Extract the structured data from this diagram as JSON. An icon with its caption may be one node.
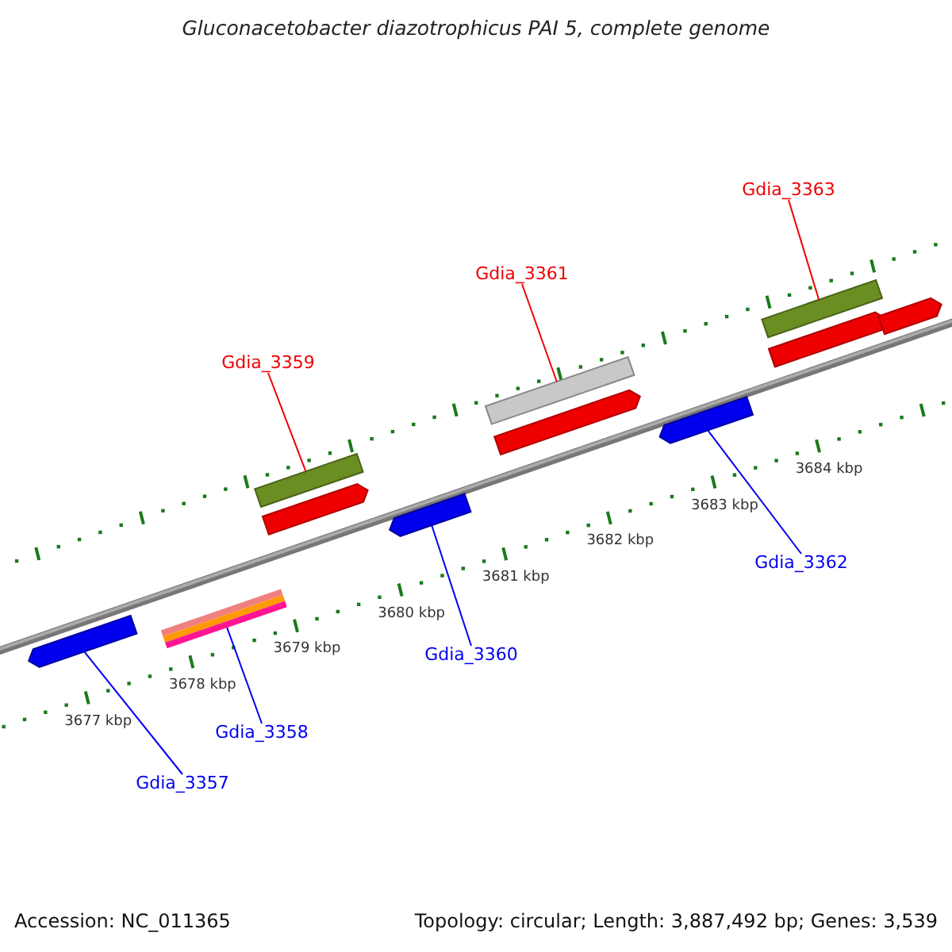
{
  "diagram": {
    "title": "Gluconacetobacter diazotrophicus PAI 5, complete genome",
    "nodes": [
      {
        "text": [
          "Gdia_3363"
        ]
      },
      {
        "text": [
          "Gdia_3361"
        ]
      },
      {
        "text": [
          "Gdia_3359"
        ]
      },
      {
        "text": [
          "Gdia_3362"
        ]
      },
      {
        "text": [
          "Gdia_3360"
        ]
      },
      {
        "text": [
          "Gdia_3358"
        ]
      },
      {
        "text": [
          "Gdia_3357"
        ]
      },
      {
        "text": [],
        "shape": "bar"
      },
      {
        "text": [],
        "shape": "bar"
      },
      {
        "text": [],
        "shape": "bar"
      },
      {
        "text": [],
        "shape": "bar"
      },
      {
        "text": [],
        "shape": "bar"
      },
      {
        "text": [],
        "shape": "bar"
      },
      {
        "text": [],
        "shape": "bar"
      },
      {
        "text": [],
        "shape": "bar"
      },
      {
        "text": [],
        "shape": "bar"
      },
      {
        "text": [],
        "shape": "bar"
      },
      {
        "text": [],
        "shape": "bar"
      }
    ],
    "edges": [
      {
        "from": 0,
        "to": 13,
        "arrow": "none",
        "color": "#ee0000"
      },
      {
        "from": 1,
        "to": 11,
        "arrow": "none",
        "color": "#ee0000"
      },
      {
        "from": 2,
        "to": 9,
        "arrow": "none",
        "color": "#ee0000"
      },
      {
        "from": 3,
        "to": 12,
        "arrow": "none"
      },
      {
        "from": 4,
        "to": 10,
        "arrow": "none"
      },
      {
        "from": 5,
        "to": 8,
        "arrow": "none"
      },
      {
        "from": 6,
        "to": 7,
        "arrow": "none"
      }
    ],
    "labels": [
      "3677 kbp",
      "3678 kbp",
      "3679 kbp",
      "3680 kbp",
      "3681 kbp",
      "3682 kbp",
      "3683 kbp",
      "3684 kbp",
      "Accession: NC_011365",
      "Topology: circular; Length: 3,887,492 bp; Genes: 3,539"
    ]
  }
}
